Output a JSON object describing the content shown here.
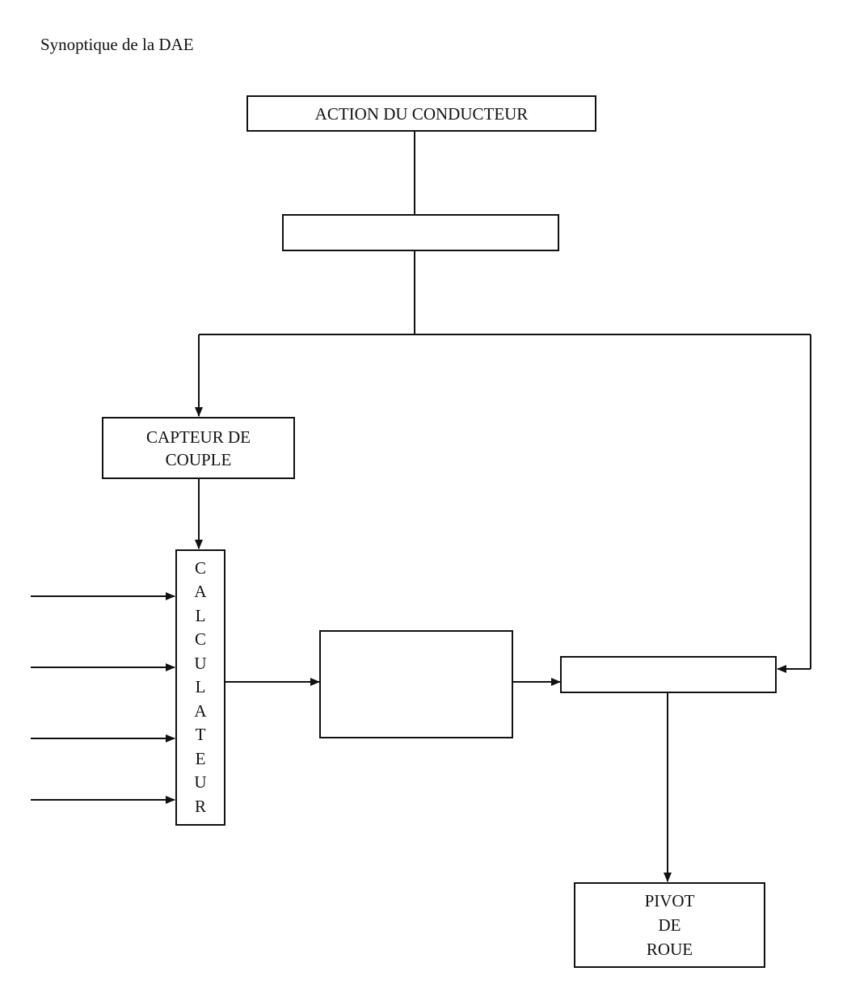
{
  "title": "Synoptique de la DAE",
  "boxes": {
    "action": "ACTION DU CONDUCTEUR",
    "blank_top": "",
    "capteur_line1": "CAPTEUR DE",
    "capteur_line2": "COUPLE",
    "calculateur_letters": [
      "C",
      "A",
      "L",
      "C",
      "U",
      "L",
      "A",
      "T",
      "E",
      "U",
      "R"
    ],
    "blank_middle": "",
    "blank_right": "",
    "pivot_line1": "PIVOT",
    "pivot_line2": "DE",
    "pivot_line3": "ROUE"
  }
}
